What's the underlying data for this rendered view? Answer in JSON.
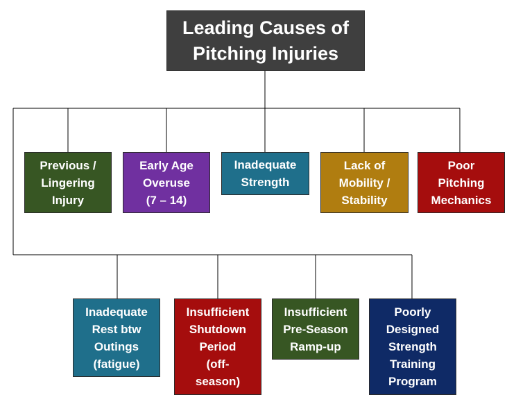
{
  "root": {
    "label": "Leading Causes of\nPitching Injuries",
    "color": "#3f3f3f"
  },
  "top_row": [
    {
      "label": "Previous /\nLingering\nInjury",
      "color": "#375623"
    },
    {
      "label": "Early Age\nOveruse\n(7 – 14)",
      "color": "#7030a0"
    },
    {
      "label": "Inadequate\nStrength",
      "color": "#1f6f8b"
    },
    {
      "label": "Lack of\nMobility /\nStability",
      "color": "#b07d10"
    },
    {
      "label": "Poor\nPitching\nMechanics",
      "color": "#a50d0d"
    }
  ],
  "bottom_row": [
    {
      "label": "Inadequate\nRest btw\nOutings\n(fatigue)",
      "color": "#1f6f8b"
    },
    {
      "label": "Insufficient\nShutdown\nPeriod\n(off-\nseason)",
      "color": "#a50d0d"
    },
    {
      "label": "Insufficient\nPre-Season\nRamp-up",
      "color": "#375623"
    },
    {
      "label": "Poorly\nDesigned\nStrength\nTraining\nProgram",
      "color": "#0f2a66"
    }
  ]
}
